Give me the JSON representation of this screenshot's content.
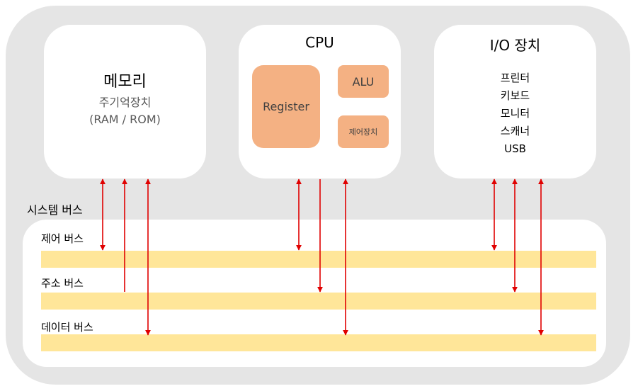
{
  "memory": {
    "title": "메모리",
    "sub1": "주기억장치",
    "sub2": "(RAM / ROM)"
  },
  "cpu": {
    "title": "CPU",
    "register": "Register",
    "alu": "ALU",
    "control": "제어장치"
  },
  "io": {
    "title": "I/O 장치",
    "devices": [
      "프린터",
      "키보드",
      "모니터",
      "스캐너",
      "USB"
    ]
  },
  "bus": {
    "system_label": "시스템 버스",
    "buses": [
      {
        "label": "제어 버스"
      },
      {
        "label": "주소 버스"
      },
      {
        "label": "데이터 버스"
      }
    ]
  },
  "colors": {
    "outer": "#e5e5e5",
    "component": "#f4b183",
    "bus": "#ffe699",
    "arrow": "#e00000"
  }
}
